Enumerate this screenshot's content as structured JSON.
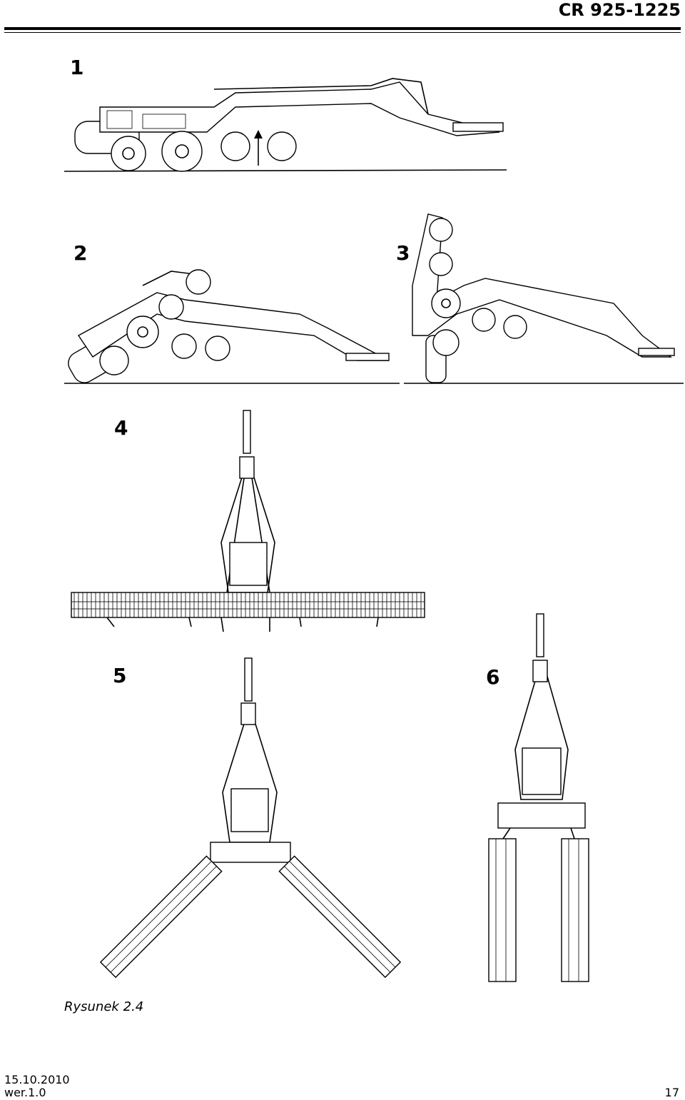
{
  "header": {
    "title": "CR 925-1225"
  },
  "panels": {
    "p1": "1",
    "p2": "2",
    "p3": "3",
    "p4": "4",
    "p5": "5",
    "p6": "6"
  },
  "caption": "Rysunek 2.4",
  "footer": {
    "date": "15.10.2010",
    "version": "wer.1.0",
    "page": "17"
  }
}
